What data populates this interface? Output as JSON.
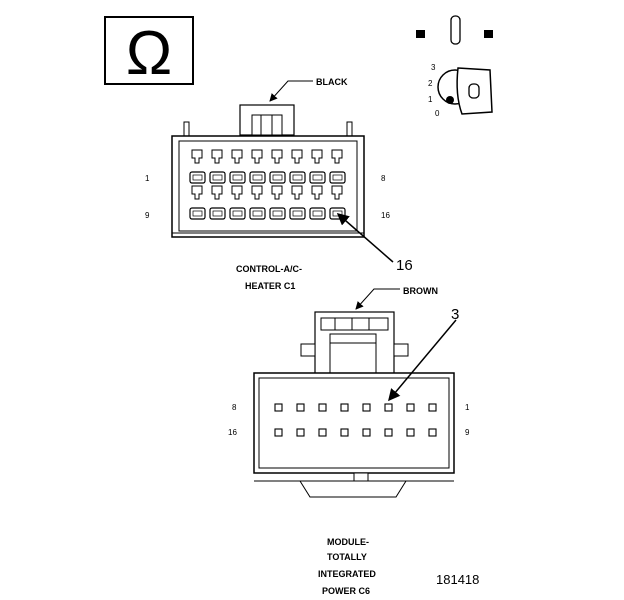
{
  "symbol": {
    "icon": "ohm-icon",
    "glyph": "Ω"
  },
  "ignition": {
    "positions": [
      "3",
      "2",
      "1",
      "0"
    ],
    "icon": "ignition-key-icon"
  },
  "connector_c1": {
    "color": "BLACK",
    "pin_left_top": "1",
    "pin_right_top": "8",
    "pin_left_bottom": "9",
    "pin_right_bottom": "16",
    "callout": "16",
    "name_line1": "CONTROL-A/C-",
    "name_line2": "HEATER C1"
  },
  "connector_c6": {
    "color": "BROWN",
    "pin_left_top": "8",
    "pin_right_top": "1",
    "pin_left_bottom": "16",
    "pin_right_bottom": "9",
    "callout": "3",
    "name_line1": "MODULE-",
    "name_line2": "TOTALLY",
    "name_line3": "INTEGRATED",
    "name_line4": "POWER C6"
  },
  "figure_number": "181418"
}
